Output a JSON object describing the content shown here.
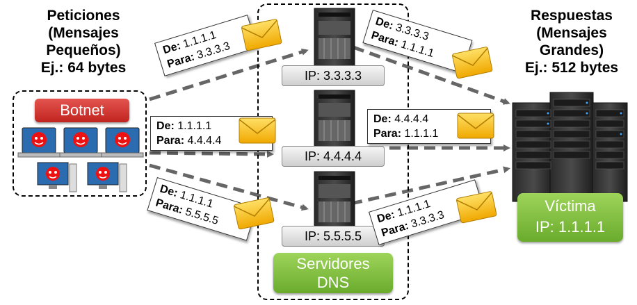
{
  "left_heading": {
    "line1": "Peticiones",
    "line2": "(Mensajes",
    "line3": "Pequeños)",
    "line4": "Ej.: 64 bytes"
  },
  "right_heading": {
    "line1": "Respuestas",
    "line2": "(Mensajes",
    "line3": "Grandes)",
    "line4": "Ej.: 512 bytes"
  },
  "botnet_label": "Botnet",
  "dns_label": {
    "line1": "Servidores",
    "line2": "DNS"
  },
  "victim_label": {
    "line1": "Víctima",
    "line2": "IP: 1.1.1.1"
  },
  "servers": [
    {
      "ip": "IP: 3.3.3.3"
    },
    {
      "ip": "IP: 4.4.4.4"
    },
    {
      "ip": "IP: 5.5.5.5"
    }
  ],
  "requests": [
    {
      "from_label": "De:",
      "from": "1.1.1.1",
      "to_label": "Para:",
      "to": "3.3.3.3"
    },
    {
      "from_label": "De:",
      "from": "1.1.1.1",
      "to_label": "Para:",
      "to": "4.4.4.4"
    },
    {
      "from_label": "De:",
      "from": "1.1.1.1",
      "to_label": "Para:",
      "to": "5.5.5.5"
    }
  ],
  "responses": [
    {
      "from_label": "De:",
      "from": "3.3.3.3",
      "to_label": "Para:",
      "to": "1.1.1.1"
    },
    {
      "from_label": "De:",
      "from": "4.4.4.4",
      "to_label": "Para:",
      "to": "1.1.1.1"
    },
    {
      "from_label": "De:",
      "from": "1.1.1.1",
      "to_label": "Para:",
      "to": "3.3.3.3"
    }
  ],
  "colors": {
    "arrow": "#666666",
    "botnet": "#c9302c",
    "dns": "#7cbd3c",
    "victim": "#7cbd3c",
    "envelope": "#f5c518"
  },
  "icons": [
    "laptop-icon",
    "desktop-icon",
    "devil-face-icon",
    "server-tower-icon",
    "server-rack-icon",
    "envelope-icon"
  ]
}
